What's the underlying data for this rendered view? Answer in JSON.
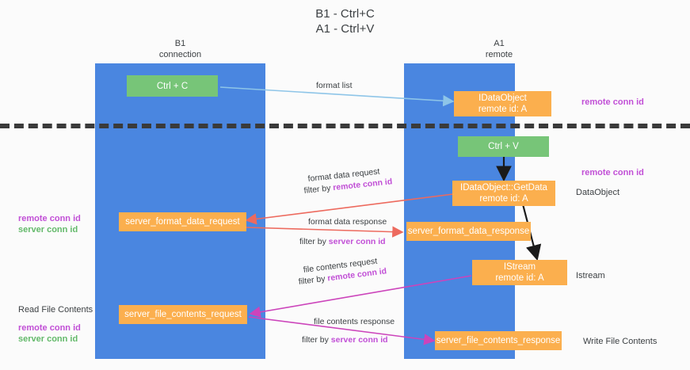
{
  "title": {
    "line1": "B1 - Ctrl+C",
    "line2": "A1 - Ctrl+V"
  },
  "lanes": [
    {
      "id": "b1",
      "name": "B1",
      "subtitle": "connection"
    },
    {
      "id": "a1",
      "name": "A1",
      "subtitle": "remote"
    }
  ],
  "nodes": {
    "ctrl_c": {
      "label": "Ctrl + C",
      "color": "#77c578"
    },
    "idataobject": {
      "label": "IDataObject",
      "sub": "remote id: A",
      "color": "#fbaf4e"
    },
    "ctrl_v": {
      "label": "Ctrl + V",
      "color": "#77c578"
    },
    "getdata": {
      "label": "IDataObject::GetData",
      "sub": "remote id: A",
      "color": "#fbaf4e"
    },
    "format_req": {
      "label": "server_format_data_request",
      "color": "#fbaf4e"
    },
    "format_res": {
      "label": "server_format_data_response",
      "color": "#fbaf4e"
    },
    "istream": {
      "label": "IStream",
      "sub": "remote id: A",
      "color": "#fbaf4e"
    },
    "file_req": {
      "label": "server_file_contents_request",
      "color": "#fbaf4e"
    },
    "file_res": {
      "label": "server_file_contents_response",
      "color": "#fbaf4e"
    }
  },
  "edge_labels": {
    "format_list": "format list",
    "format_data_request": "format data request",
    "format_data_request_filter_prefix": "filter by ",
    "format_data_request_filter_key": "remote conn id",
    "format_data_response": "format data response",
    "format_data_response_filter_prefix": "filter by ",
    "format_data_response_filter_key": "server conn id",
    "file_contents_request": "file contents request",
    "file_contents_request_filter_prefix": "filter by ",
    "file_contents_request_filter_key": "remote conn id",
    "file_contents_response": "file contents response",
    "file_contents_response_filter_prefix": "filter by ",
    "file_contents_response_filter_key": "server conn id"
  },
  "side_labels": {
    "right_remote_conn_id_top": "remote conn id",
    "right_remote_conn_id_mid": "remote conn id",
    "right_dataobject": "DataObject",
    "right_istream": "Istream",
    "right_write_file_contents": "Write File Contents",
    "left_remote_conn_id": "remote conn id",
    "left_server_conn_id": "server conn id",
    "left_read_file_contents": "Read File Contents",
    "left_remote_conn_id_2": "remote conn id",
    "left_server_conn_id_2": "server conn id"
  },
  "colors": {
    "lane": "#4a86e0",
    "green_node": "#77c578",
    "orange_node": "#fbaf4e",
    "purple_key": "#c14fd6",
    "green_key": "#63b96a",
    "arrow_lightblue": "#8ec5e8",
    "arrow_red": "#ed6a5e",
    "arrow_magenta": "#cc44bb",
    "arrow_black": "#1a1a1a",
    "divider_dash": "#3a3a3a",
    "text": "#3c4043"
  }
}
